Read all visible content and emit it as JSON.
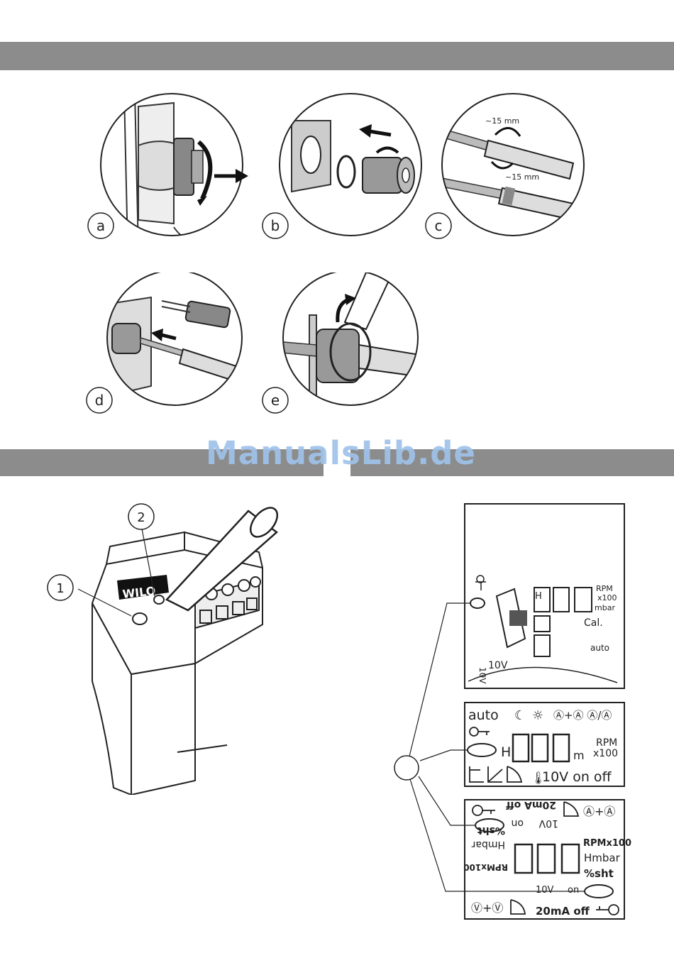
{
  "steps": [
    "a",
    "b",
    "c",
    "d",
    "e"
  ],
  "strip_length": "~15 mm",
  "callouts": [
    "1",
    "2"
  ],
  "brand_logo": "WILO",
  "watermark": "ManualsLib.de",
  "display1": {
    "digits_small": "H",
    "rpm": "RPM",
    "x100": "x100",
    "mbar": "mbar",
    "cal": "Cal.",
    "auto": "auto",
    "v10": "10V"
  },
  "display2": {
    "auto": "auto",
    "h": "H",
    "m": "m",
    "rpm": "RPM",
    "x100": "x100",
    "bottom": "10V on off"
  },
  "display3": {
    "top_inv": "20mA off",
    "on_inv": "on",
    "v10_inv": "10V",
    "rpmx100": "RPMx100",
    "hmbar": "Hmbar",
    "pct": "%sht",
    "rpmx100_inv": "RPMx100",
    "hmbar_inv": "Hmbar",
    "pct_inv": "%sht",
    "v10": "10V",
    "on": "on",
    "bottom": "20mA off"
  }
}
